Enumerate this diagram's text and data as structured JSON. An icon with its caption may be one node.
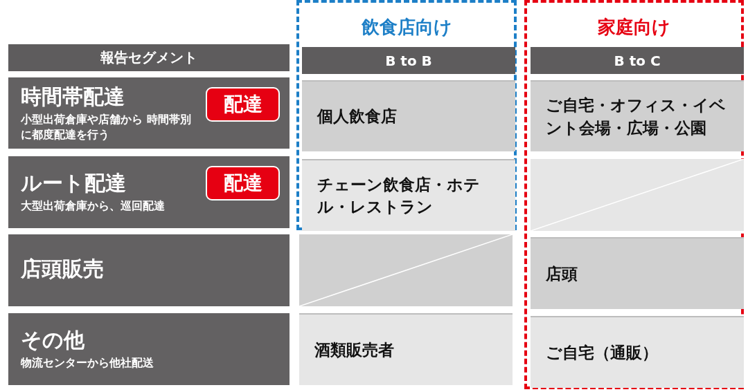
{
  "diagram": {
    "nodes": [
      {
        "text": [
          "飲食店向け"
        ]
      },
      {
        "text": [
          "家庭向け"
        ]
      },
      {
        "text": [
          "報告セグメント"
        ]
      },
      {
        "text": [
          "B to B"
        ],
        "in": 0
      },
      {
        "text": [
          "B to C"
        ],
        "in": 1
      },
      {
        "text": [
          "時間帯配達",
          "小型出荷倉庫や店舗から 時間帯別に都度配達を行う"
        ]
      },
      {
        "text": [
          "配達"
        ],
        "in": 5
      },
      {
        "text": [
          "個人飲食店"
        ],
        "in": 0
      },
      {
        "text": [
          "ご自宅・オフィス・イベント会場・広場・公園"
        ],
        "in": 1
      },
      {
        "text": [
          "ルート配達",
          "大型出荷倉庫から、巡回配達"
        ]
      },
      {
        "text": [
          "配達"
        ],
        "in": 9
      },
      {
        "text": [
          "チェーン飲食店・ホテル・レストラン"
        ],
        "in": 0
      },
      {
        "text": [],
        "shape": "box",
        "in": 1
      },
      {
        "text": [
          "店頭販売"
        ]
      },
      {
        "text": [],
        "shape": "box"
      },
      {
        "text": [
          "店頭"
        ],
        "in": 1
      },
      {
        "text": [
          "その他",
          "物流センターから他社配送"
        ]
      },
      {
        "text": [
          "酒類販売者"
        ]
      },
      {
        "text": [
          "ご自宅（通販）"
        ],
        "in": 1
      }
    ],
    "edges": []
  }
}
